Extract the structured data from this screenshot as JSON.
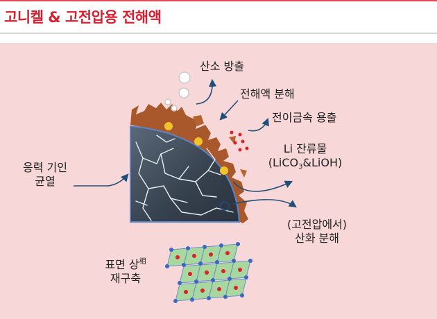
{
  "title": "고니켈 & 고전압용 전해액",
  "labels": {
    "oxygen_release": "산소 방출",
    "electrolyte_decomposition": "전해액 분해",
    "tm_dissolution": "전이금속 용출",
    "li_impurity_line1": "Li 잔류물",
    "li_impurity_open": "(LiCO",
    "li_impurity_sub": "3",
    "li_impurity_close": "&LiOH)",
    "stress_crack_line1": "응력 기인",
    "stress_crack_line2": "균열",
    "high_voltage_line1": "(고전압에서)",
    "high_voltage_line2": "산화 분해",
    "surface_phase_line1": "표면 상",
    "surface_phase_sup": "相",
    "surface_phase_line2": "재구축"
  },
  "colors": {
    "title": "#d81f31",
    "panel_bg": "#f7d7d7",
    "arrow": "#1f4e79",
    "particle_dark": "#3e4b5a",
    "surface_layer": "#a8582a",
    "lattice_cell": "#a8d8a0",
    "lattice_node": "#3a66c4",
    "dissolved_metal": "#d8232a",
    "gas_bubble": "#ffffff"
  },
  "icons": [
    "oxygen-bubble-icon",
    "transition-metal-dot-icon",
    "crystal-lattice-icon"
  ]
}
